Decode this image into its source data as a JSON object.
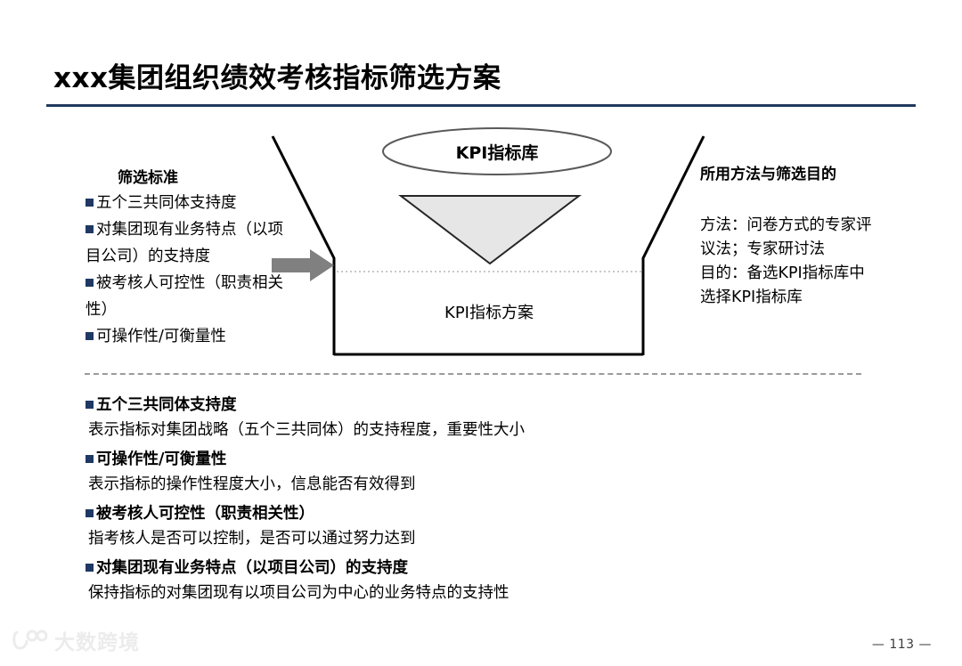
{
  "slide": {
    "title": "xxx集团组织绩效考核指标筛选方案",
    "page_number": "— 113 —",
    "accent_color": "#1f3a5f",
    "bullet_color": "#1f3864"
  },
  "left_column": {
    "heading": "筛选标准",
    "items": [
      "五个三共同体支持度",
      "对集团现有业务特点（以项目公司）的支持度",
      "被考核人可控性（职责相关性）",
      "可操作性/可衡量性"
    ]
  },
  "right_column": {
    "heading": "所用方法与筛选目的",
    "paragraphs": [
      "方法：问卷方式的专家评议法；专家研讨法",
      "目的：备选KPI指标库中选择KPI指标库"
    ]
  },
  "funnel": {
    "top_label": "KPI指标库",
    "bottom_label": "KPI指标方案",
    "triangle_fill": "#e6e6e6",
    "ellipse_stroke": "#595959",
    "arrow_color": "#808080"
  },
  "definitions": [
    {
      "term": "五个三共同体支持度",
      "description": "表示指标对集团战略（五个三共同体）的支持程度，重要性大小"
    },
    {
      "term": "可操作性/可衡量性",
      "description": "表示指标的操作性程度大小，信息能否有效得到"
    },
    {
      "term": "被考核人可控性（职责相关性）",
      "description": "指考核人是否可以控制，是否可以通过努力达到"
    },
    {
      "term": "对集团现有业务特点（以项目公司）的支持度",
      "description": "保持指标的对集团现有以项目公司为中心的业务特点的支持性"
    }
  ],
  "watermark": {
    "text": "大数跨境"
  }
}
